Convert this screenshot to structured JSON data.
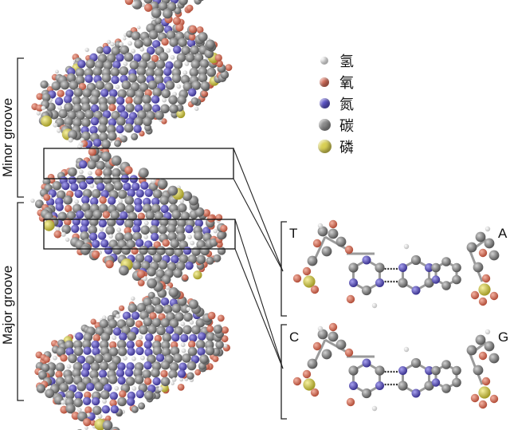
{
  "legend": {
    "items": [
      {
        "label": "氢",
        "color": "#f0f0f0"
      },
      {
        "label": "氧",
        "color": "#d9705c"
      },
      {
        "label": "氮",
        "color": "#5a52c8"
      },
      {
        "label": "碳",
        "color": "#8c8c8c"
      },
      {
        "label": "磷",
        "color": "#d8cf55"
      }
    ]
  },
  "helix": {
    "minor_groove_label": "Minor groove",
    "major_groove_label": "Major groove"
  },
  "base_pairs": {
    "top": {
      "left_base": "T",
      "right_base": "A"
    },
    "bottom": {
      "left_base": "C",
      "right_base": "G"
    }
  }
}
